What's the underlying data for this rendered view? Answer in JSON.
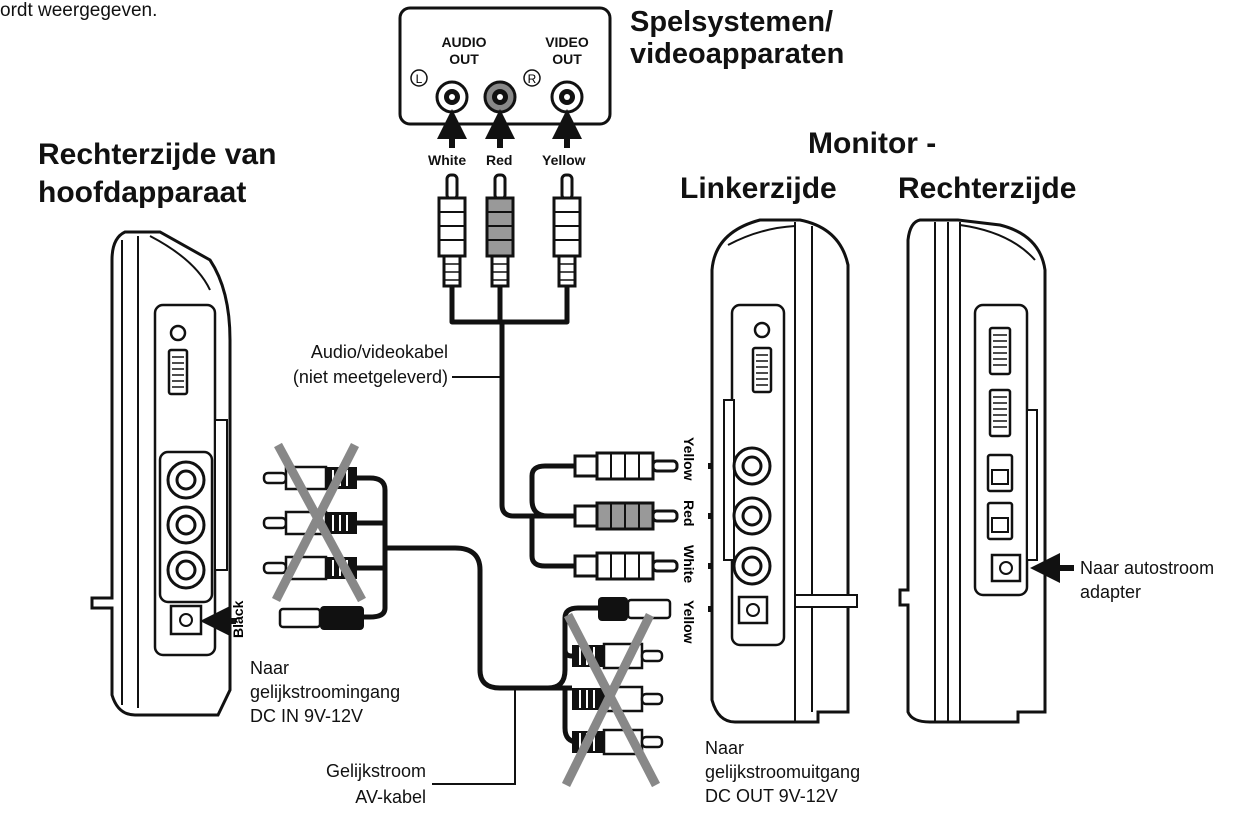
{
  "top_fragment": "ordt weergegeven.",
  "source_device": {
    "title_line1": "Spelsystemen/",
    "title_line2": "videoapparaten",
    "audio_out_line1": "AUDIO",
    "audio_out_line2": "OUT",
    "video_out_line1": "VIDEO",
    "video_out_line2": "OUT",
    "left_marker": "L",
    "right_marker": "R",
    "plug_white": "White",
    "plug_red": "Red",
    "plug_yellow": "Yellow"
  },
  "main_unit": {
    "title_line1": "Rechterzijde van",
    "title_line2": "hoofdapparaat",
    "black_label": "Black",
    "dc_in_line1": "Naar",
    "dc_in_line2": "gelijkstroomingang",
    "dc_in_line3": "DC IN 9V-12V"
  },
  "av_cable": {
    "line1": "Audio/videokabel",
    "line2": "(niet meetgeleverd)"
  },
  "monitor": {
    "title": "Monitor -",
    "left_side": "Linkerzijde",
    "right_side": "Rechterzijde",
    "jack_yellow": "Yellow",
    "jack_red": "Red",
    "jack_white": "White",
    "jack_dc_yellow": "Yellow",
    "auto_power_line1": "Naar autostroom",
    "auto_power_line2": "adapter"
  },
  "dc_av_cable": {
    "line1": "Gelijkstroom",
    "line2": "AV-kabel"
  },
  "dc_out": {
    "line1": "Naar",
    "line2": "gelijkstroomuitgang",
    "line3": "DC OUT 9V-12V"
  }
}
